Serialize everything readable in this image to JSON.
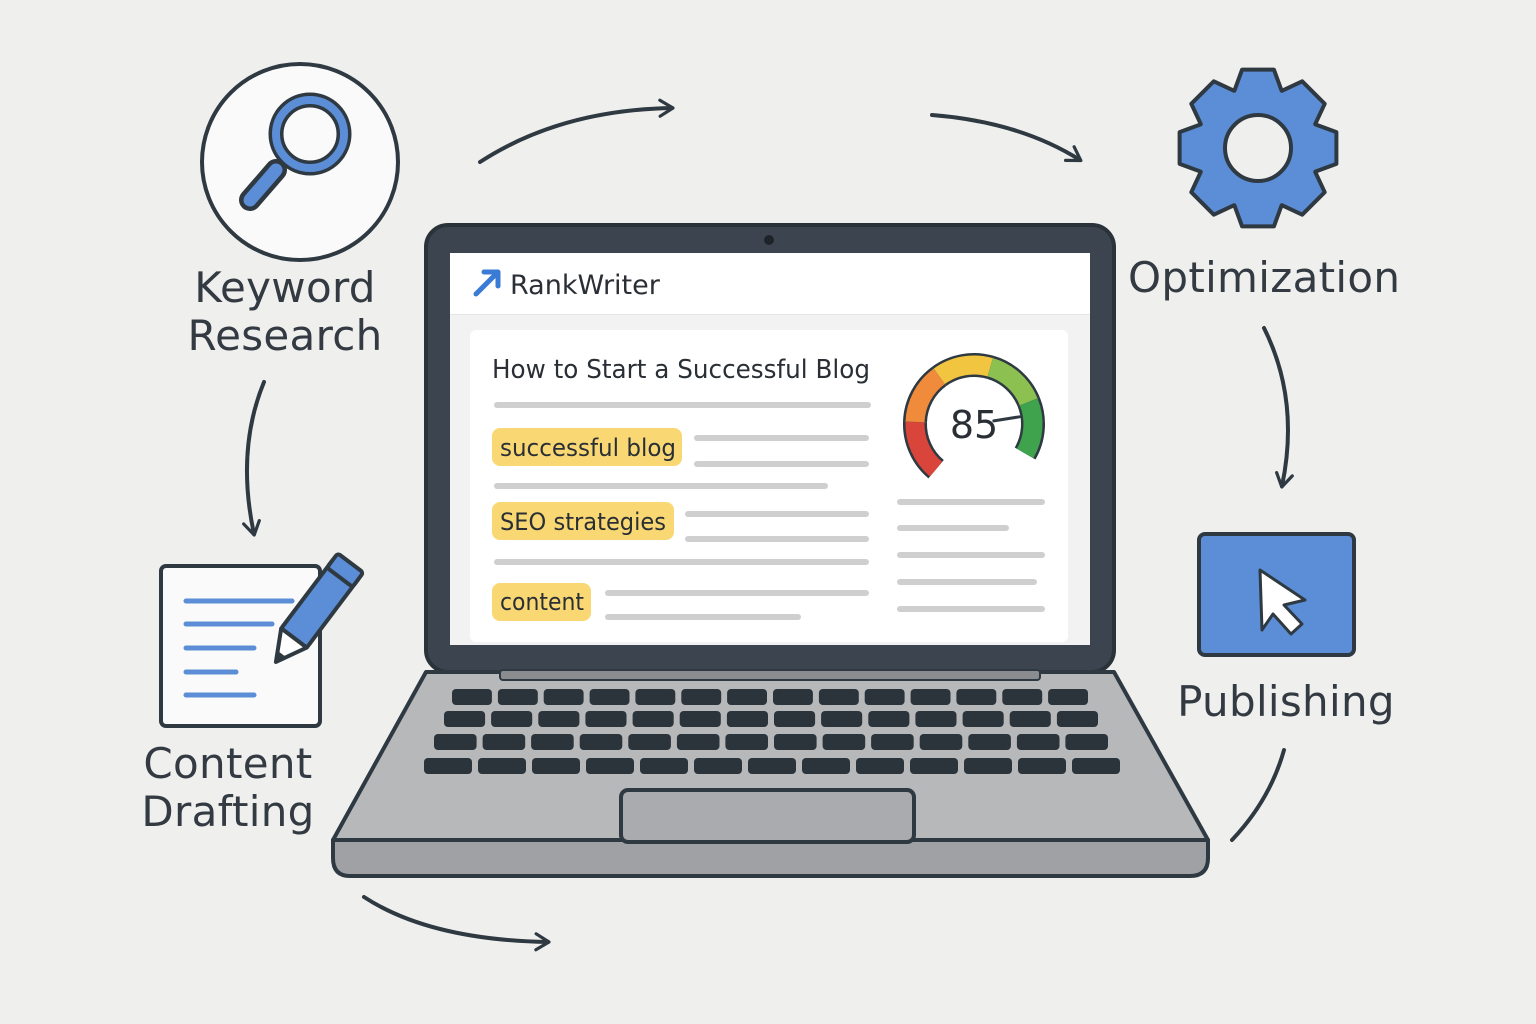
{
  "steps": {
    "keyword_research": {
      "line1": "Keyword",
      "line2": "Research",
      "icon": "magnifier-icon"
    },
    "optimization": {
      "label": "Optimization",
      "icon": "gear-icon"
    },
    "publishing": {
      "label": "Publishing",
      "icon": "cursor-icon"
    },
    "content_drafting": {
      "line1": "Content",
      "line2": "Drafting",
      "icon": "document-pencil-icon"
    }
  },
  "app": {
    "name": "RankWriter",
    "logo_icon": "trend-arrow-icon",
    "article_title": "How to Start a Successful Blog",
    "keywords": [
      "successful blog",
      "SEO strategies",
      "content"
    ],
    "score": {
      "value": "85",
      "level": 0.85
    }
  },
  "colors": {
    "accent_blue": "#5b8ed6",
    "outline": "#2f3942",
    "keyword_highlight": "#f9d874",
    "gauge": [
      "#d9453a",
      "#ef8b3b",
      "#f2c540",
      "#8cc152",
      "#3fa34d"
    ]
  }
}
